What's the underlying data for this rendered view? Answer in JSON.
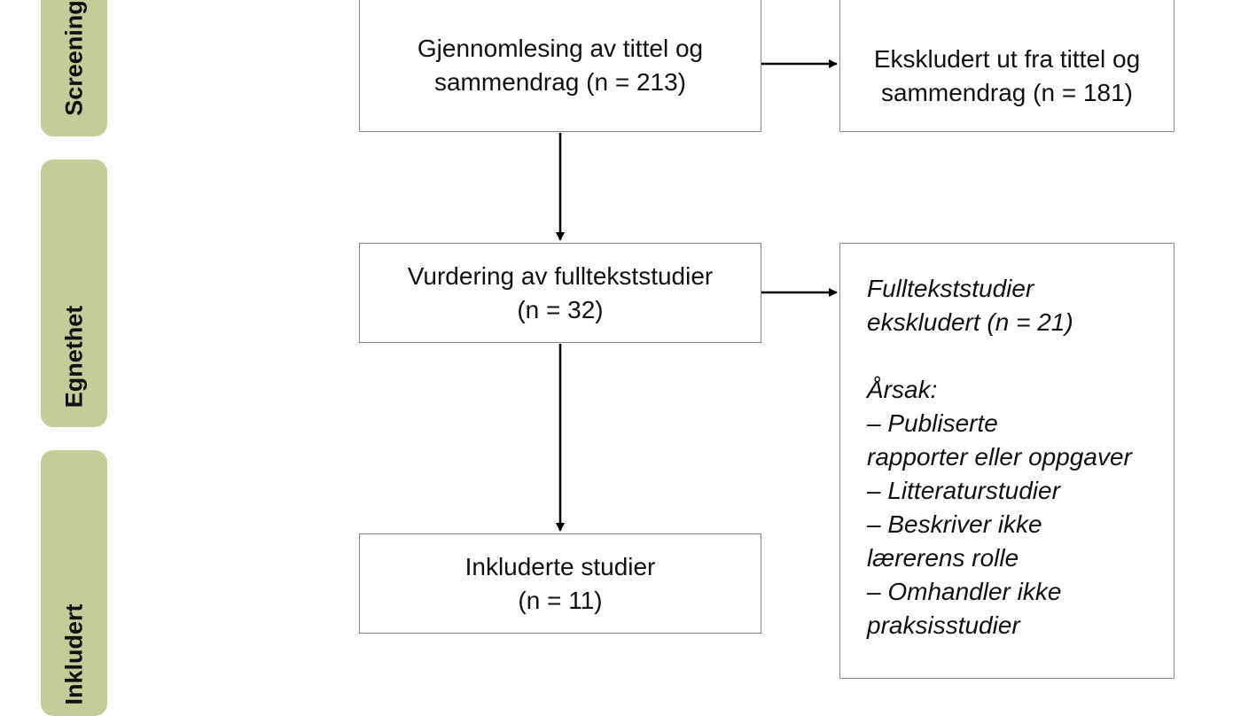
{
  "stages": {
    "screening": "Screening",
    "eligibility": "Egnethet",
    "included": "Inkludert"
  },
  "boxes": {
    "screening_main": {
      "line1": "Gjennomlesing av tittel og",
      "line2": "sammendrag (n = 213)"
    },
    "screening_excluded": {
      "line1": "Ekskludert ut fra tittel og",
      "line2": "sammendrag (n = 181)"
    },
    "fulltext_main": {
      "line1": "Vurdering av fulltekststudier",
      "line2": "(n = 32)"
    },
    "fulltext_excluded": {
      "line1": "Fulltekststudier",
      "line2": "ekskludert (n = 21)",
      "reason_heading": "Årsak:",
      "reasons": [
        "– Publiserte",
        "rapporter eller oppgaver",
        "– Litteraturstudier",
        "– Beskriver ikke",
        "lærerens rolle",
        "– Omhandler ikke",
        "praksisstudier"
      ]
    },
    "included_main": {
      "line1": "Inkluderte studier",
      "line2": "(n = 11)"
    }
  },
  "colors": {
    "stage_tab": "#c5cc9a",
    "box_border": "#8a8a8a",
    "arrow": "#000000"
  }
}
